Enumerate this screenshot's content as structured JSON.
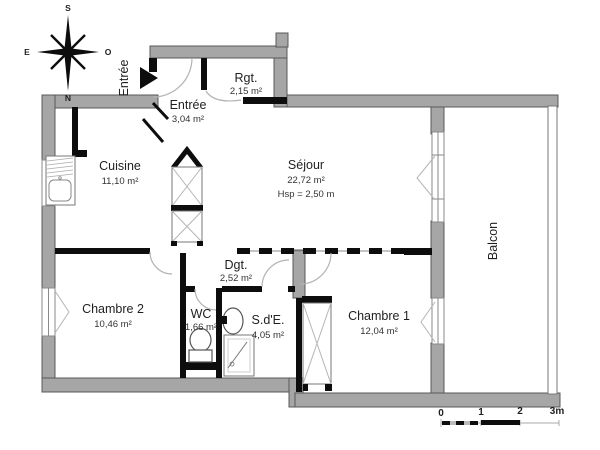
{
  "plan": {
    "compass": {
      "n": "N",
      "s": "S",
      "e": "E",
      "o": "O"
    },
    "entrance_label": "Entrée",
    "rooms": {
      "entree": {
        "name": "Entrée",
        "area": "3,04 m²"
      },
      "rgt": {
        "name": "Rgt.",
        "area": "2,15 m²"
      },
      "cuisine": {
        "name": "Cuisine",
        "area": "11,10 m²"
      },
      "sejour": {
        "name": "Séjour",
        "area": "22,72 m²",
        "height": "Hsp = 2,50 m"
      },
      "dgt": {
        "name": "Dgt.",
        "area": "2,52 m²"
      },
      "chambre2": {
        "name": "Chambre 2",
        "area": "10,46 m²"
      },
      "wc": {
        "name": "WC",
        "area": "1,66 m²"
      },
      "sde": {
        "name": "S.d'E.",
        "area": "4,05 m²"
      },
      "chambre1": {
        "name": "Chambre 1",
        "area": "12,04 m²"
      },
      "balcon": {
        "name": "Balcon"
      }
    },
    "scale": {
      "t0": "0",
      "t1": "1",
      "t2": "2",
      "t3": "3m"
    },
    "colors": {
      "wall_gray": "#a6a6a6",
      "wall_black": "#0d0d0d",
      "line_gray": "#b3b3b3"
    }
  }
}
